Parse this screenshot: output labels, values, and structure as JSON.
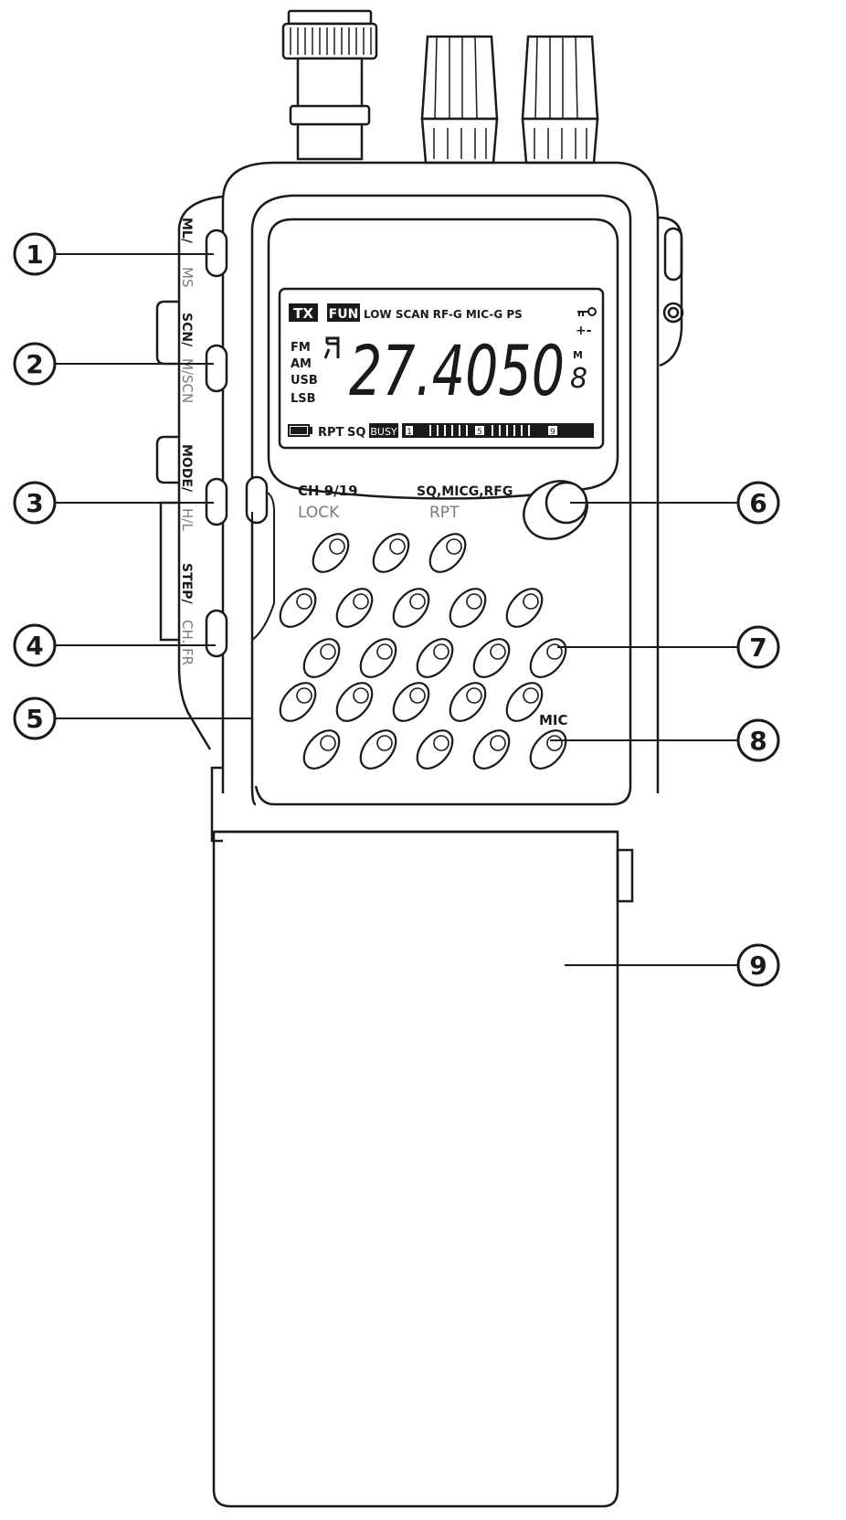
{
  "callouts": [
    {
      "number": "1"
    },
    {
      "number": "2"
    },
    {
      "number": "3"
    },
    {
      "number": "4"
    },
    {
      "number": "5"
    },
    {
      "number": "6"
    },
    {
      "number": "7"
    },
    {
      "number": "8"
    },
    {
      "number": "9"
    }
  ],
  "side_labels": {
    "key1_primary": "ML/",
    "key1_secondary": "MS",
    "key2_primary": "SCN/",
    "key2_secondary": "M/SCN",
    "key3_primary": "MODE/",
    "key3_secondary": "H/L",
    "key4_primary": "STEP/",
    "key4_secondary": "CH. FR"
  },
  "front_labels": {
    "ch_label": "CH 9/19",
    "lock_label": "LOCK",
    "sq_label": "SQ,MICG,RFG",
    "rpt_label": "RPT",
    "mic_label": "MIC"
  },
  "lcd": {
    "tx": "TX",
    "fun": "FUN",
    "top_status": "LOW SCAN RF-G MIC-G PS",
    "modes": [
      "FM",
      "AM",
      "USB",
      "LSB"
    ],
    "frequency": "27.4050",
    "memory_flag": "M",
    "channel_digit": "8",
    "plus_minus": "+-",
    "rpt": "RPT",
    "sq": "SQ",
    "busy": "BUSY",
    "meter_marks": [
      "1",
      "5",
      "9"
    ]
  },
  "colors": {
    "outline": "#1a1a1a",
    "callout_fill": "#ffffff",
    "secondary_label": "#7a7a7a",
    "lcd_background": "#ffffff"
  }
}
